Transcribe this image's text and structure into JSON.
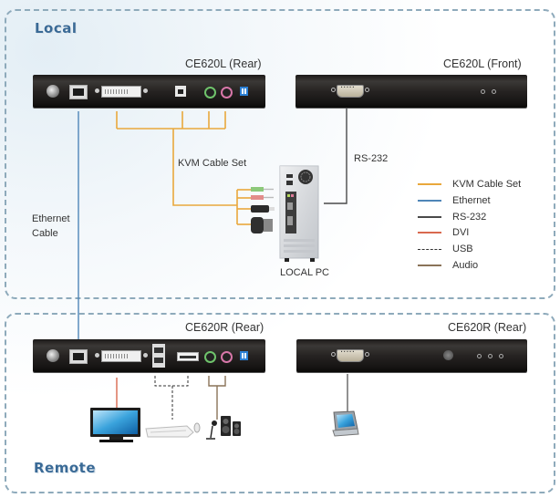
{
  "zones": {
    "local": {
      "title": "Local"
    },
    "remote": {
      "title": "Remote"
    }
  },
  "devices": {
    "local_rear": {
      "label": "CE620L (Rear)"
    },
    "local_front": {
      "label": "CE620L (Front)"
    },
    "remote_rear": {
      "label": "CE620R (Rear)"
    },
    "remote_second": {
      "label": "CE620R (Rear)"
    }
  },
  "labels": {
    "kvm_cable_set": "KVM Cable Set",
    "rs232": "RS-232",
    "ethernet_line1": "Ethernet",
    "ethernet_line2": "Cable",
    "local_pc": "LOCAL PC"
  },
  "legend": [
    {
      "label": "KVM Cable Set",
      "color": "#e9a83c",
      "style": "solid"
    },
    {
      "label": "Ethernet",
      "color": "#4f86b8",
      "style": "solid"
    },
    {
      "label": "RS-232",
      "color": "#4a4a4a",
      "style": "solid"
    },
    {
      "label": "DVI",
      "color": "#d9694f",
      "style": "solid"
    },
    {
      "label": "USB",
      "color": "#333333",
      "style": "dashed"
    },
    {
      "label": "Audio",
      "color": "#8a7358",
      "style": "solid"
    }
  ],
  "colors": {
    "zone_border": "#8eaabb",
    "zone_title": "#3a6a96"
  }
}
